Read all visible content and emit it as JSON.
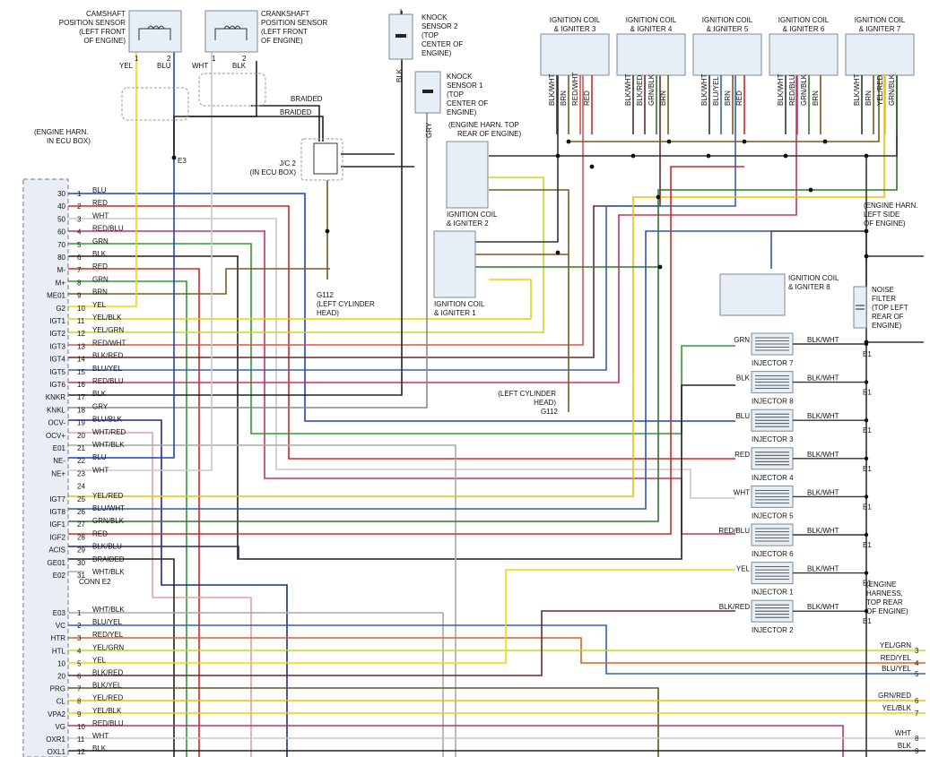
{
  "components": {
    "cam_sensor": [
      "CAMSHAFT",
      "POSITION SENSOR",
      "(LEFT FRONT",
      "OF ENGINE)"
    ],
    "crank_sensor": [
      "CRANKSHAFT",
      "POSITION SENSOR",
      "(LEFT FRONT",
      "OF ENGINE)"
    ],
    "knock2": [
      "KNOCK",
      "SENSOR 2",
      "(TOP",
      "CENTER OF",
      "ENGINE)"
    ],
    "knock1": [
      "KNOCK",
      "SENSOR 1",
      "(TOP",
      "CENTER OF",
      "ENGINE)"
    ],
    "coil3": [
      "IGNITION COIL",
      "& IGNITER 3"
    ],
    "coil4": [
      "IGNITION COIL",
      "& IGNITER 4"
    ],
    "coil5": [
      "IGNITION COIL",
      "& IGNITER 5"
    ],
    "coil6": [
      "IGNITION COIL",
      "& IGNITER 6"
    ],
    "coil7": [
      "IGNITION COIL",
      "& IGNITER 7"
    ],
    "coil2": [
      "IGNITION COIL",
      "& IGNITER 2"
    ],
    "coil1": [
      "IGNITION COIL",
      "& IGNITER 1"
    ],
    "coil8": [
      "IGNITION COIL",
      "& IGNITER 8"
    ],
    "jc2": [
      "J/C 2",
      "(IN ECU BOX)"
    ],
    "eng_harn_ecu": [
      "(ENGINE HARN.",
      "IN ECU BOX)"
    ],
    "eng_harn_top": [
      "(ENGINE HARN. TOP",
      "REAR OF ENGINE)"
    ],
    "eng_harn_left": [
      "(ENGINE HARN.",
      "LEFT SIDE",
      "OF ENGINE)"
    ],
    "noise_filter": [
      "NOISE",
      "FILTER",
      "(TOP LEFT",
      "REAR OF",
      "ENGINE)"
    ],
    "g112_top": [
      "G112",
      "(LEFT CYLINDER",
      "HEAD)"
    ],
    "g112_bottom": [
      "(LEFT CYLINDER",
      "HEAD)",
      "G112"
    ],
    "eng_harn_injectors": [
      "(ENGINE",
      "HARNESS,",
      "TOP REAR",
      "OF ENGINE)"
    ],
    "braided": "BRAIDED",
    "conn_e2": "CONN E2"
  },
  "ecu_pins_e2": [
    {
      "code": "30",
      "num": "1",
      "color": "BLU"
    },
    {
      "code": "40",
      "num": "2",
      "color": "RED"
    },
    {
      "code": "50",
      "num": "3",
      "color": "WHT"
    },
    {
      "code": "60",
      "num": "4",
      "color": "RED/BLU"
    },
    {
      "code": "70",
      "num": "5",
      "color": "GRN"
    },
    {
      "code": "80",
      "num": "6",
      "color": "BLK"
    },
    {
      "code": "M-",
      "num": "7",
      "color": "RED"
    },
    {
      "code": "M+",
      "num": "8",
      "color": "GRN"
    },
    {
      "code": "ME01",
      "num": "9",
      "color": "BRN"
    },
    {
      "code": "G2",
      "num": "10",
      "color": "YEL"
    },
    {
      "code": "IGT1",
      "num": "11",
      "color": "YEL/BLK"
    },
    {
      "code": "IGT2",
      "num": "12",
      "color": "YEL/GRN"
    },
    {
      "code": "IGT3",
      "num": "13",
      "color": "RED/WHT"
    },
    {
      "code": "IGT4",
      "num": "14",
      "color": "BLK/RED"
    },
    {
      "code": "IGT5",
      "num": "15",
      "color": "BLU/YEL"
    },
    {
      "code": "IGT6",
      "num": "16",
      "color": "RED/BLU"
    },
    {
      "code": "KNKR",
      "num": "17",
      "color": "BLK"
    },
    {
      "code": "KNKL",
      "num": "18",
      "color": "GRY"
    },
    {
      "code": "OCV-",
      "num": "19",
      "color": "BLU/BLK"
    },
    {
      "code": "OCV+",
      "num": "20",
      "color": "WHT/RED"
    },
    {
      "code": "E01",
      "num": "21",
      "color": "WHT/BLK"
    },
    {
      "code": "NE-",
      "num": "22",
      "color": "BLU"
    },
    {
      "code": "NE+",
      "num": "23",
      "color": "WHT"
    },
    {
      "code": "",
      "num": "24",
      "color": ""
    },
    {
      "code": "IGT7",
      "num": "25",
      "color": "YEL/RED"
    },
    {
      "code": "IGT8",
      "num": "26",
      "color": "BLU/WHT"
    },
    {
      "code": "IGF1",
      "num": "27",
      "color": "GRN/BLK"
    },
    {
      "code": "IGF2",
      "num": "28",
      "color": "RED"
    },
    {
      "code": "ACIS",
      "num": "29",
      "color": "BLK/BLU"
    },
    {
      "code": "GE01",
      "num": "30",
      "color": "BRAIDED"
    },
    {
      "code": "E02",
      "num": "31",
      "color": "WHT/BLK"
    }
  ],
  "ecu_pins_e3": [
    {
      "code": "E03",
      "num": "1",
      "color": "WHT/BLK"
    },
    {
      "code": "VC",
      "num": "2",
      "color": "BLU/YEL"
    },
    {
      "code": "HTR",
      "num": "3",
      "color": "RED/YEL"
    },
    {
      "code": "HTL",
      "num": "4",
      "color": "YEL/GRN"
    },
    {
      "code": "10",
      "num": "5",
      "color": "YEL"
    },
    {
      "code": "20",
      "num": "6",
      "color": "BLK/RED"
    },
    {
      "code": "PRG",
      "num": "7",
      "color": "BLK/YEL"
    },
    {
      "code": "CL",
      "num": "8",
      "color": "YEL/RED"
    },
    {
      "code": "VPA2",
      "num": "9",
      "color": "YEL/BLK"
    },
    {
      "code": "VG",
      "num": "10",
      "color": "RED/BLU"
    },
    {
      "code": "OXR1",
      "num": "11",
      "color": "WHT"
    },
    {
      "code": "OXL1",
      "num": "12",
      "color": "BLK"
    }
  ],
  "injectors": [
    {
      "name": "INJECTOR 7",
      "in_color": "GRN",
      "out_color": "BLK/WHT"
    },
    {
      "name": "INJECTOR 8",
      "in_color": "BLK",
      "out_color": "BLK/WHT"
    },
    {
      "name": "INJECTOR 3",
      "in_color": "BLU",
      "out_color": "BLK/WHT"
    },
    {
      "name": "INJECTOR 4",
      "in_color": "RED",
      "out_color": "BLK/WHT"
    },
    {
      "name": "INJECTOR 5",
      "in_color": "WHT",
      "out_color": "BLK/WHT"
    },
    {
      "name": "INJECTOR 6",
      "in_color": "RED/BLU",
      "out_color": "BLK/WHT"
    },
    {
      "name": "INJECTOR 1",
      "in_color": "YEL",
      "out_color": "BLK/WHT"
    },
    {
      "name": "INJECTOR 2",
      "in_color": "BLK/RED",
      "out_color": "BLK/WHT"
    }
  ],
  "right_edge_wires": [
    {
      "label": "YEL/GRN",
      "num": "3"
    },
    {
      "label": "RED/YEL",
      "num": "4"
    },
    {
      "label": "BLU/YEL",
      "num": "5"
    },
    {
      "label": "GRN/RED",
      "num": "6"
    },
    {
      "label": "YEL/BLK",
      "num": "7"
    },
    {
      "label": "WHT",
      "num": "8"
    },
    {
      "label": "BLK",
      "num": "9"
    }
  ],
  "misc_labels": {
    "blk_wht": "BLK/WHT",
    "blk_red": "BLK/RED",
    "brn": "BRN",
    "red": "RED",
    "grn_blk": "GRN/BLK",
    "blu_wht": "BLU/WHT",
    "e1": "E1",
    "e2": "E2",
    "e3": "E3",
    "one": "1",
    "two": "2",
    "gry": "GRY",
    "blk": "BLK",
    "wht": "WHT",
    "yel": "YEL",
    "blu": "BLU",
    "blk_slash": "BLK/"
  },
  "wire_colors": {
    "BLU": "#1f3fd6",
    "RED": "#e02020",
    "WHT": "#c8c8c8",
    "RED/BLU": "#c8306a",
    "GRN": "#2aa02a",
    "BLK": "#222222",
    "BRN": "#7a5a1e",
    "YEL": "#f0d800",
    "YEL/BLK": "#e6d400",
    "YEL/GRN": "#c8d820",
    "RED/WHT": "#e05050",
    "BLK/RED": "#6a2a2a",
    "BLU/YEL": "#3060c0",
    "GRY": "#8a8a8a",
    "BLU/BLK": "#1a2a9a",
    "WHT/RED": "#e8a0a0",
    "WHT/BLK": "#a8a8a8",
    "YEL/RED": "#f0c000",
    "BLU/WHT": "#3050d0",
    "GRN/BLK": "#2a7a2a",
    "BLK/BLU": "#2a2a6a",
    "RED/YEL": "#e06020",
    "BLK/YEL": "#5a5a1a",
    "GRN/RED": "#6a8a2a",
    "BLK/WHT": "#333333"
  }
}
